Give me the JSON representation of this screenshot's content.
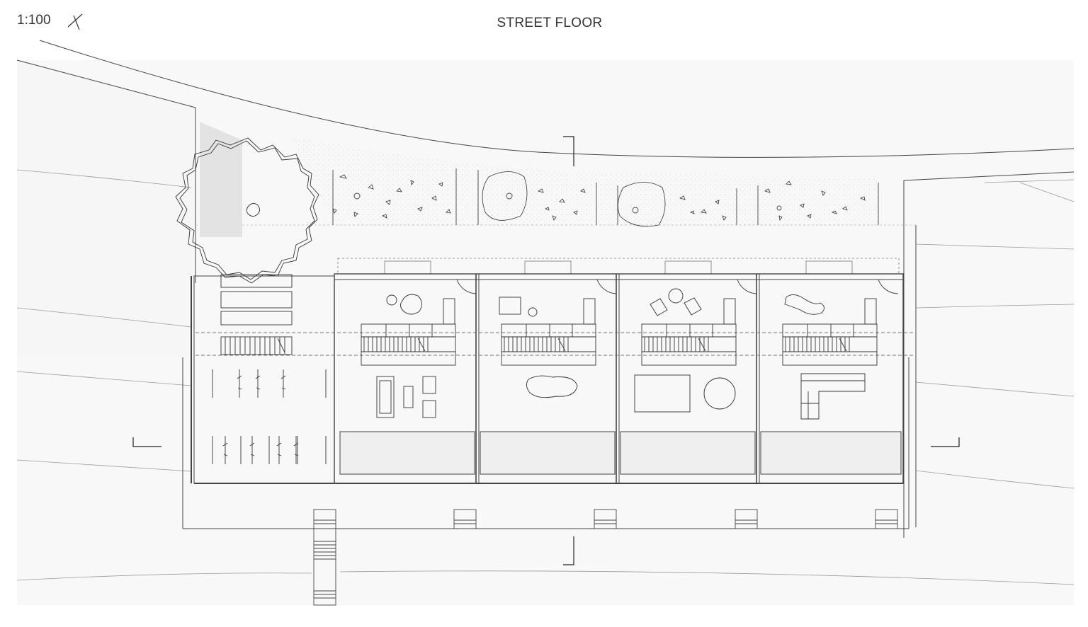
{
  "drawing": {
    "scale_label": "1:100",
    "title": "STREET FLOOR",
    "north_arrow_icon": "north-arrow-icon"
  },
  "colors": {
    "line": "#3a3a3a",
    "light_line": "#9a9a9a",
    "ground": "#f7f7f7",
    "tree_shade": "#e2e2e2",
    "terrace": "#efefef"
  },
  "plan": {
    "units": 4,
    "trees": 1,
    "bike_rows": [
      3,
      4
    ],
    "section_markers": 4
  }
}
